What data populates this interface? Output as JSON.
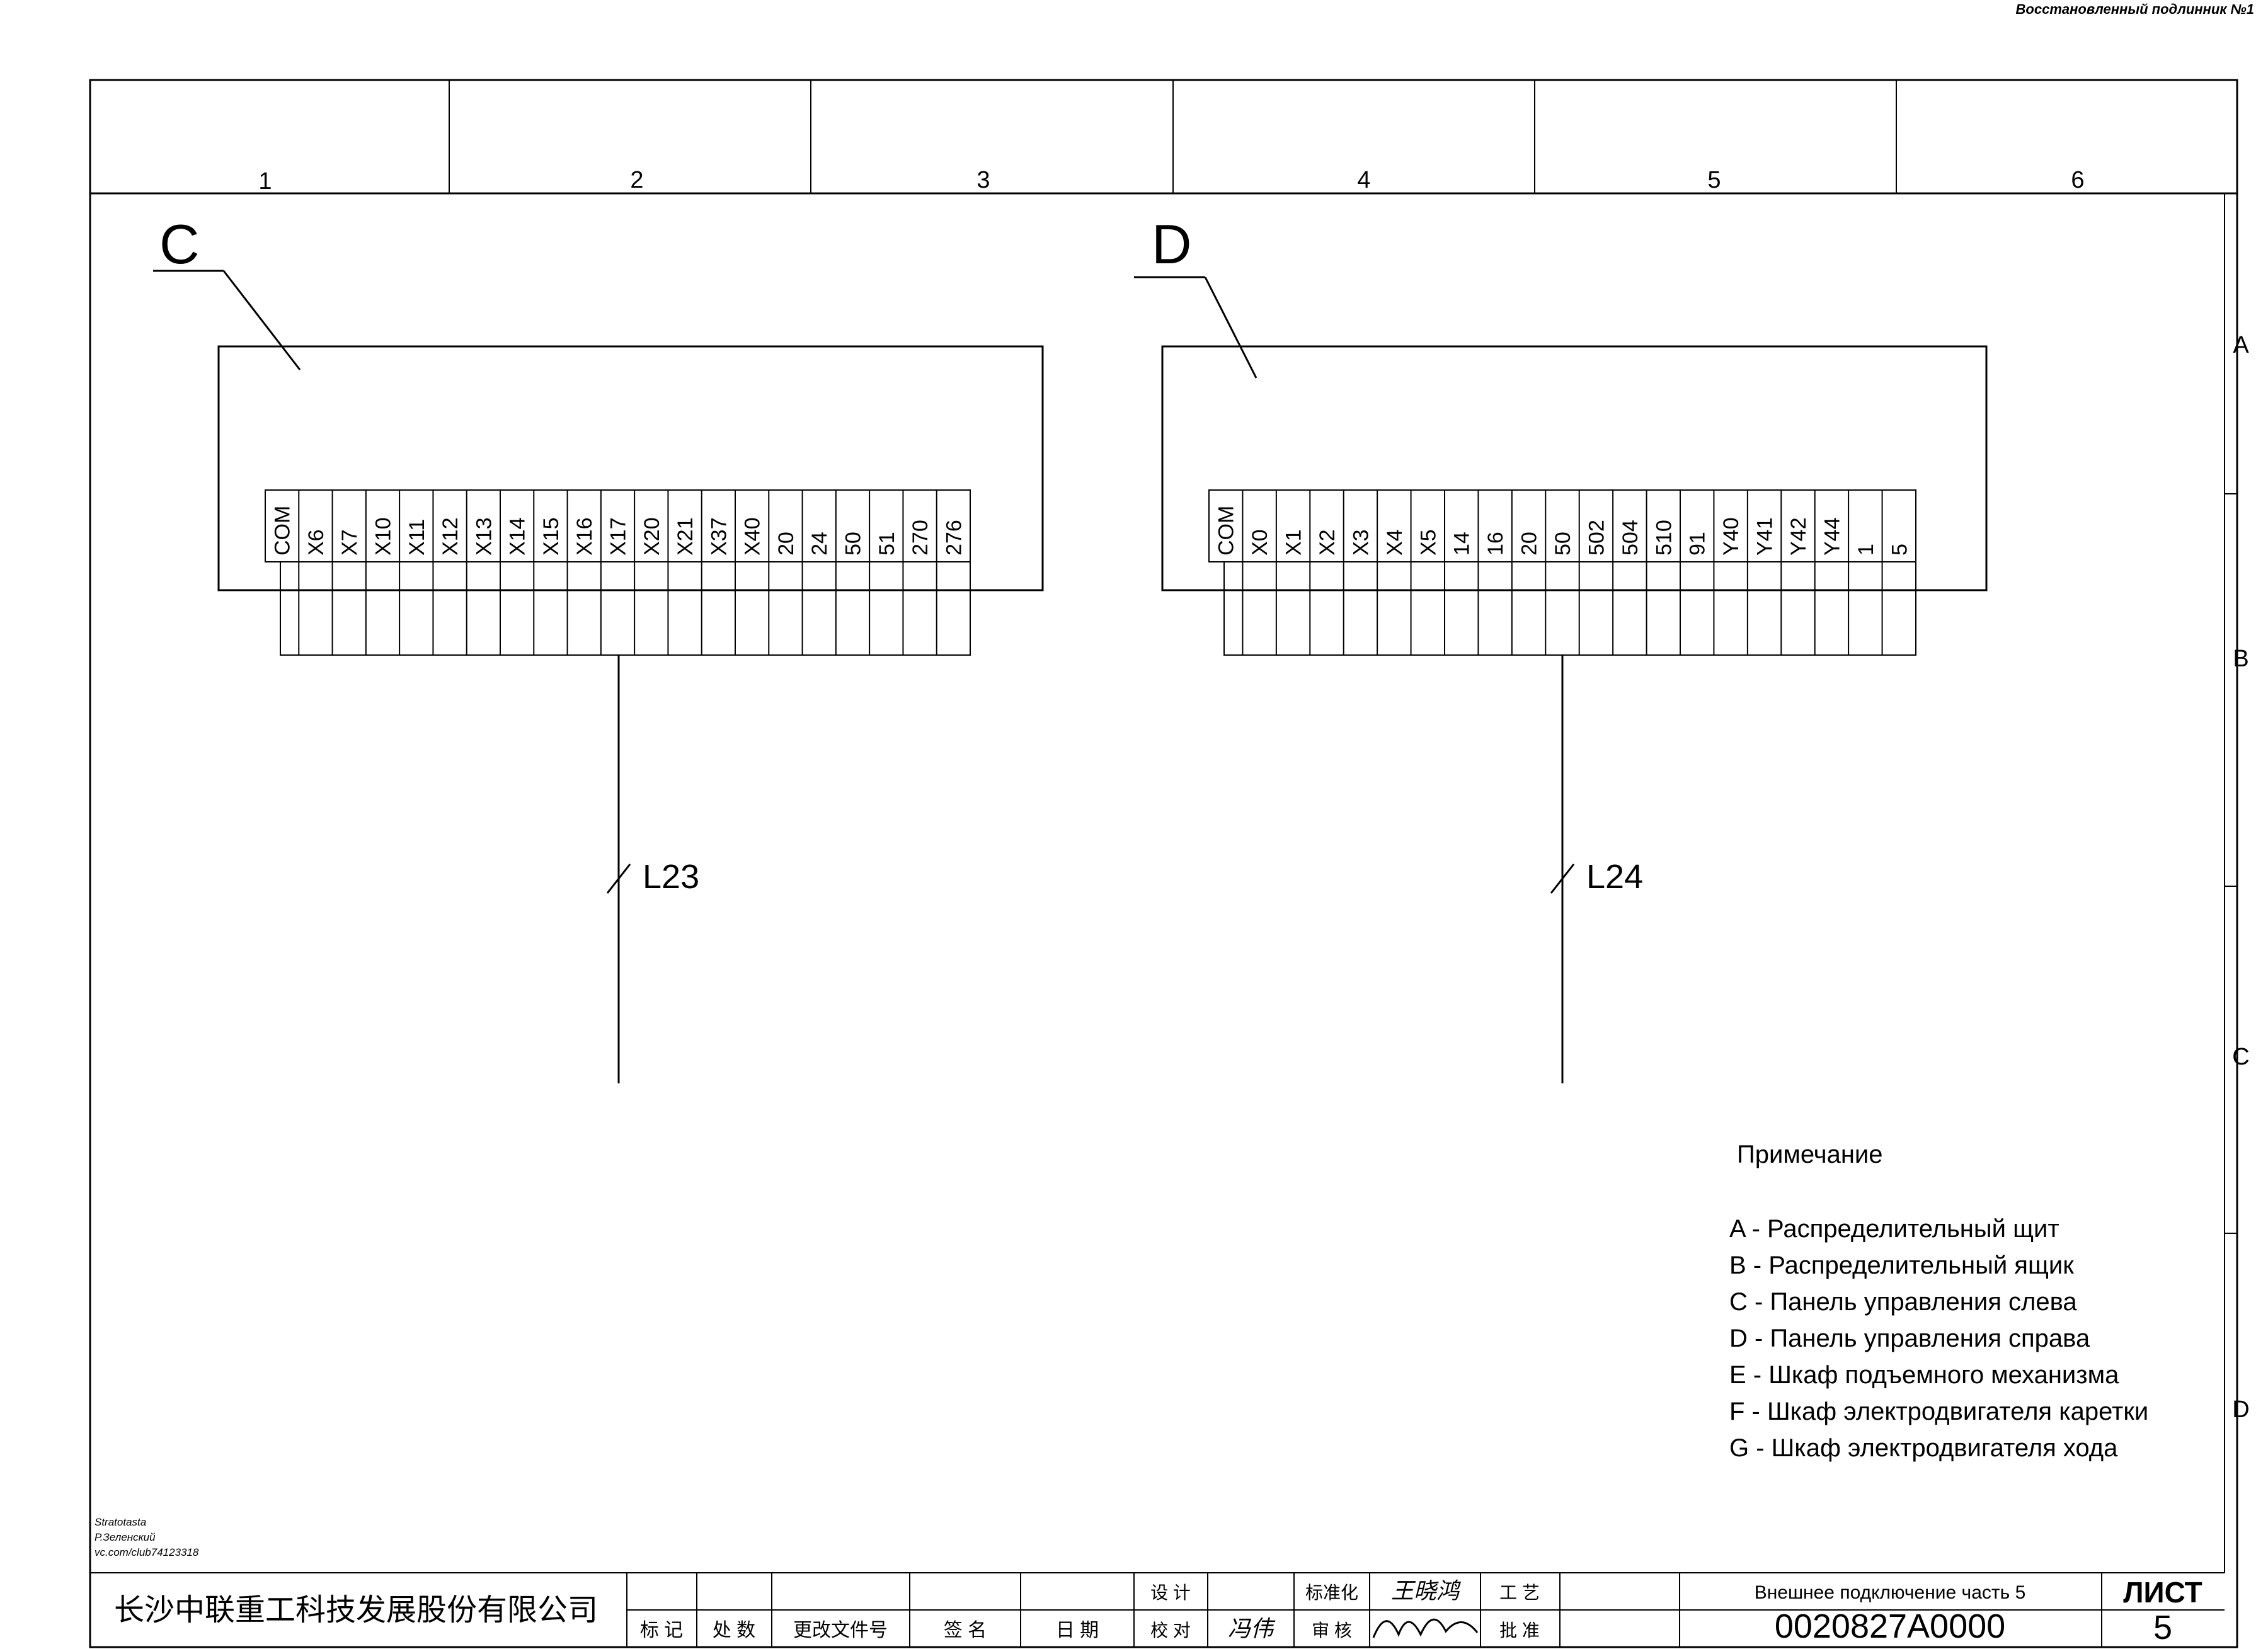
{
  "top_note": "Восстановленный подлинник №1",
  "columns": [
    "1",
    "2",
    "3",
    "4",
    "5",
    "6"
  ],
  "rows": [
    "A",
    "B",
    "C",
    "D"
  ],
  "panels": [
    {
      "tag": "C",
      "terminals": [
        "COM",
        "X6",
        "X7",
        "X10",
        "X11",
        "X12",
        "X13",
        "X14",
        "X15",
        "X16",
        "X17",
        "X20",
        "X21",
        "X37",
        "X40",
        "20",
        "24",
        "50",
        "51",
        "270",
        "276"
      ],
      "cable": "L23"
    },
    {
      "tag": "D",
      "terminals": [
        "COM",
        "X0",
        "X1",
        "X2",
        "X3",
        "X4",
        "X5",
        "14",
        "16",
        "20",
        "50",
        "502",
        "504",
        "510",
        "91",
        "Y40",
        "Y41",
        "Y42",
        "Y44",
        "1",
        "5"
      ],
      "cable": "L24"
    }
  ],
  "notes": {
    "title": "Примечание",
    "items": [
      "A - Распределительный щит",
      "B - Распределительный ящик",
      "C - Панель управления слева",
      "D - Панель управления справа",
      "E - Шкаф подъемного механизма",
      "F - Шкаф электродвигателя каретки",
      "G - Шкаф электродвигателя хода"
    ]
  },
  "translator_note": [
    "Stratotasta",
    "Р.Зеленский",
    "vc.com/club74123318"
  ],
  "title_block": {
    "company": "长沙中联重工科技发展股份有限公司",
    "cells_row2": [
      "标 记",
      "处 数",
      "更改文件号",
      "签  名",
      "日  期"
    ],
    "design_labels": [
      "设 计",
      "校 对",
      "标准化",
      "审 核",
      "工 艺",
      "批 准"
    ],
    "signatures": [
      "王晓鸿",
      "冯伟"
    ],
    "drawing_name": "Внешнее подключение часть 5",
    "drawing_number": "0020827A0000",
    "sheet_label": "ЛИСТ",
    "sheet_number": "5"
  }
}
